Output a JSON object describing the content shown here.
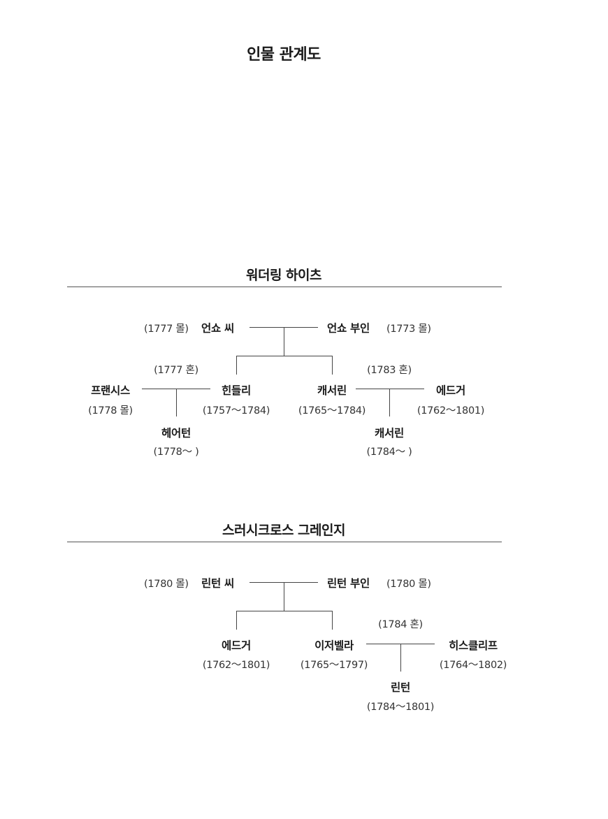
{
  "title": "인물 관계도",
  "wuthering": {
    "heading": "워더링 하이츠",
    "earnshaw_sr": {
      "born": "(1777 몰)",
      "name": "언쇼 씨"
    },
    "earnshaw_mrs": {
      "name": "언쇼 부인",
      "born": "(1773 몰)"
    },
    "frances": {
      "name": "프랜시스",
      "years": "(1778 몰)"
    },
    "hindley": {
      "married": "(1777 혼)",
      "name": "힌들리",
      "years": "(1757～1784)"
    },
    "hareton": {
      "name": "헤어턴",
      "years": "(1778～ )"
    },
    "catherine": {
      "name": "캐서린",
      "years": "(1765～1784)"
    },
    "edgar": {
      "married": "(1783 혼)",
      "name": "에드거",
      "years": "(1762～1801)"
    },
    "catherine_jr": {
      "name": "캐서린",
      "years": "(1784～ )"
    }
  },
  "thrushcross": {
    "heading": "스러시크로스 그레인지",
    "linton_sr": {
      "born": "(1780 몰)",
      "name": "린턴 씨"
    },
    "linton_mrs": {
      "name": "린턴 부인",
      "born": "(1780 몰)"
    },
    "edgar": {
      "name": "에드거",
      "years": "(1762～1801)"
    },
    "isabella": {
      "name": "이저벨라",
      "years": "(1765～1797)"
    },
    "heathcliff": {
      "married": "(1784 혼)",
      "name": "히스클리프",
      "years": "(1764～1802)"
    },
    "linton": {
      "name": "린턴",
      "years": "(1784～1801)"
    }
  }
}
